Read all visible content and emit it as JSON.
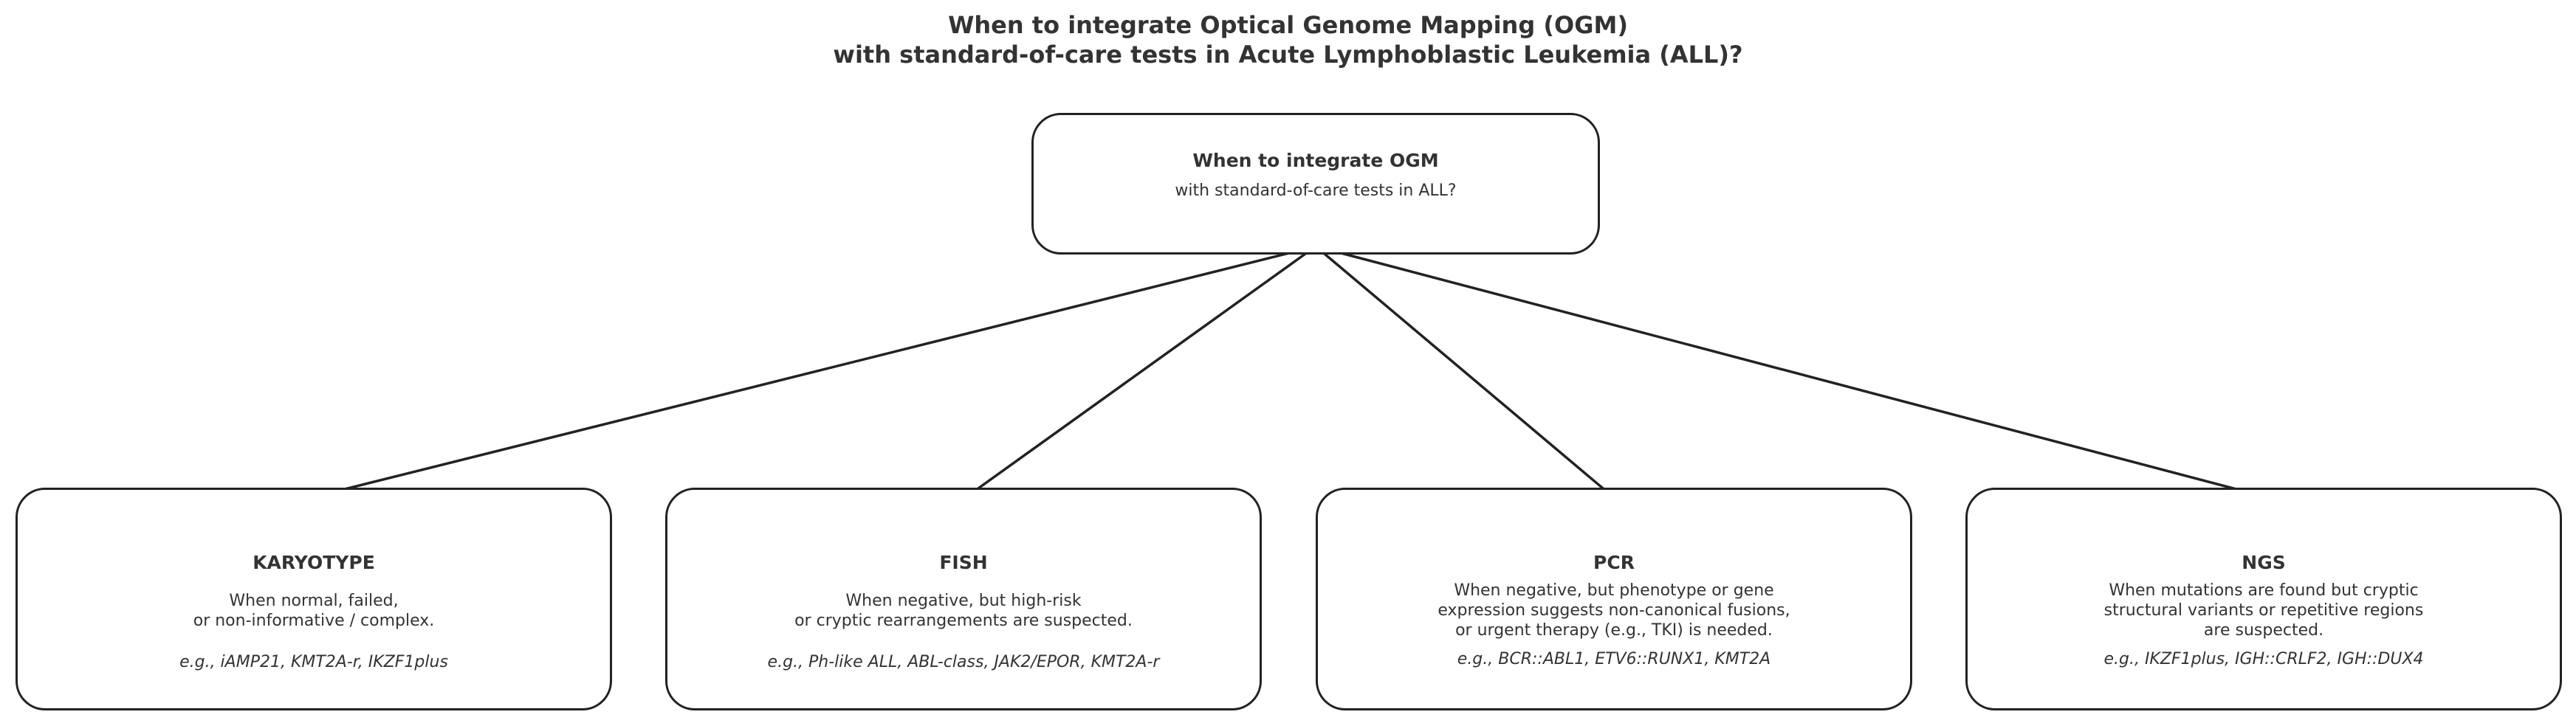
{
  "title": {
    "line1": "When to integrate Optical Genome Mapping (OGM)",
    "line2": "with standard-of-care tests in Acute Lymphoblastic Leukemia (ALL)?"
  },
  "root": {
    "title": "When to integrate OGM",
    "subtitle": "with standard-of-care tests in ALL?"
  },
  "children": {
    "karyotype": {
      "title": "KARYOTYPE",
      "desc": [
        "When normal, failed,",
        "or non-informative / complex."
      ],
      "example": "e.g., iAMP21, KMT2A-r, IKZF1plus"
    },
    "fish": {
      "title": "FISH",
      "desc": [
        "When negative, but high-risk",
        "or cryptic rearrangements are suspected."
      ],
      "example": "e.g., Ph-like ALL, ABL-class, JAK2/EPOR, KMT2A-r"
    },
    "pcr": {
      "title": "PCR",
      "desc": [
        "When negative, but phenotype or gene",
        "expression suggests non-canonical fusions,",
        "or urgent therapy (e.g., TKI) is needed."
      ],
      "example": "e.g., BCR::ABL1, ETV6::RUNX1, KMT2A"
    },
    "ngs": {
      "title": "NGS",
      "desc": [
        "When mutations are found but cryptic",
        "structural variants or repetitive regions",
        "are suspected."
      ],
      "example": "e.g., IKZF1plus, IGH::CRLF2, IGH::DUX4"
    }
  },
  "colors": {
    "text": "#333333",
    "border": "#222222",
    "arrow": "#222222",
    "background": "#ffffff"
  }
}
